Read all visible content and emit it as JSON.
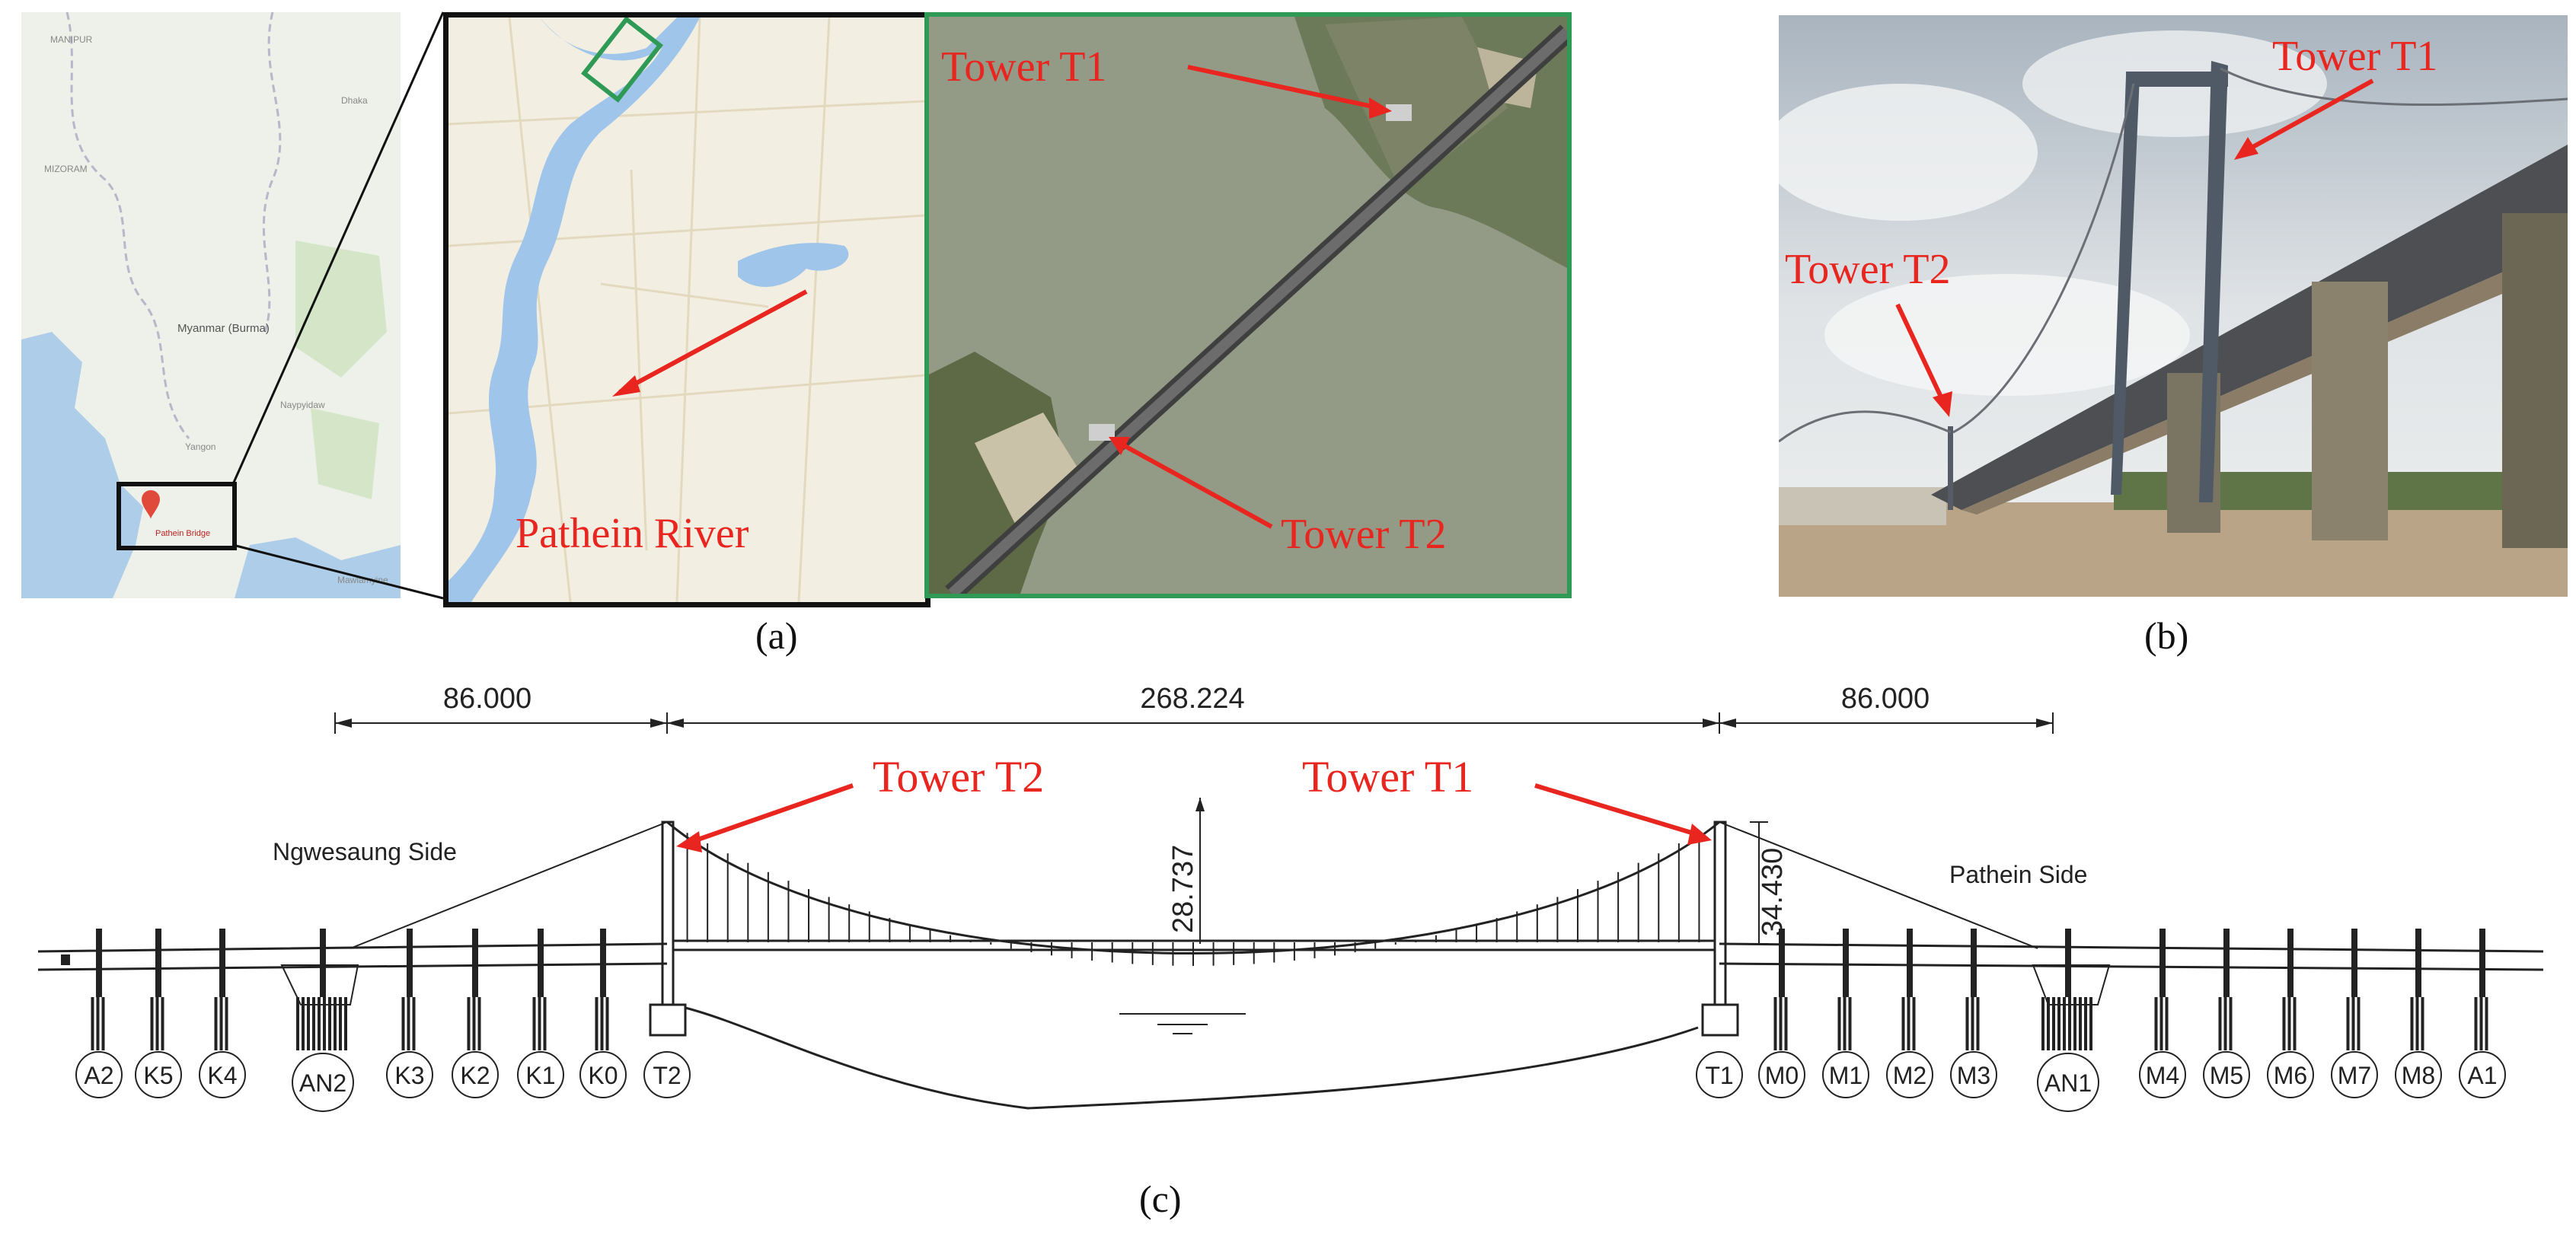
{
  "panel_a": {
    "overview_map": {
      "labels": [
        "MANIPUR",
        "MIZORAM",
        "Myanmar (Burma)",
        "Naypyidaw",
        "Yangon",
        "Mawlamyine",
        "Dhaka"
      ],
      "pin_label": "Pathein Bridge"
    },
    "river_label": "Pathein River",
    "aerial": {
      "tower1": "Tower T1",
      "tower2": "Tower T2"
    },
    "caption": "(a)"
  },
  "panel_b": {
    "tower1": "Tower T1",
    "tower2": "Tower T2",
    "caption": "(b)"
  },
  "panel_c": {
    "spans": {
      "left": "86.000",
      "main": "268.224",
      "right": "86.000"
    },
    "sag": "28.737",
    "tower_height": "34.430",
    "tower2_label": "Tower T2",
    "tower1_label": "Tower T1",
    "side_left": "Ngwesaung Side",
    "side_right": "Pathein Side",
    "piers_left": [
      "A2",
      "K5",
      "K4",
      "AN2",
      "K3",
      "K2",
      "K1",
      "K0",
      "T2"
    ],
    "piers_right": [
      "T1",
      "M0",
      "M1",
      "M2",
      "M3",
      "AN1",
      "M4",
      "M5",
      "M6",
      "M7",
      "M8",
      "A1"
    ],
    "caption": "(c)"
  },
  "colors": {
    "annotation_red": "#e8261f",
    "aerial_border": "#2e9a55",
    "river_blue": "#9fc5ea"
  }
}
